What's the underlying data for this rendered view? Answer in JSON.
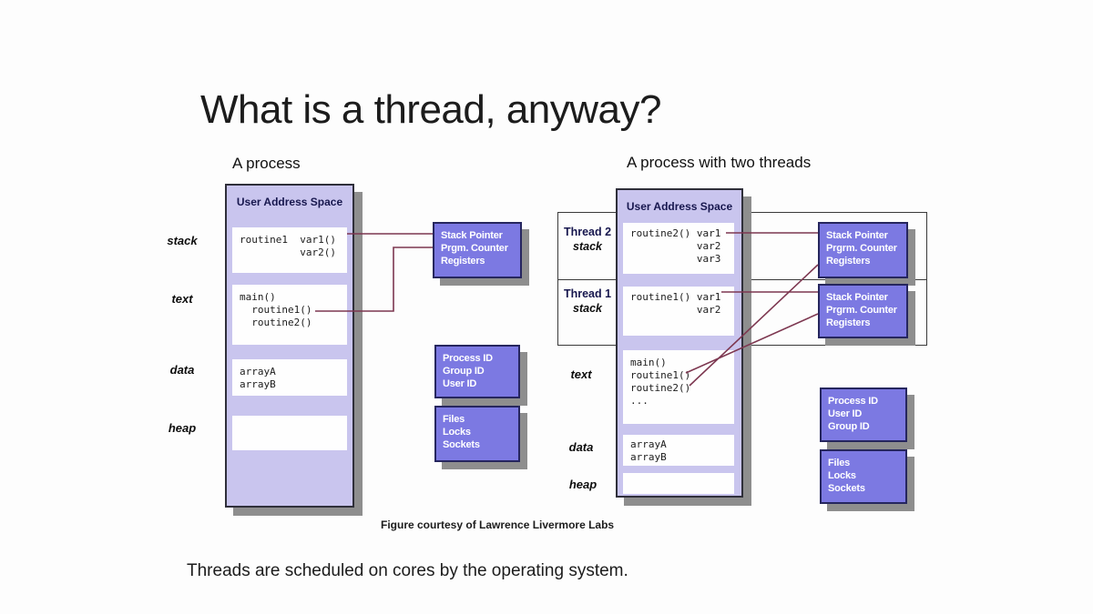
{
  "slide": {
    "title": "What is a thread, anyway?",
    "caption": "Figure courtesy of Lawrence Livermore Labs",
    "footer": "Threads are scheduled on cores by the operating system."
  },
  "colors": {
    "lavender": "#c9c5ee",
    "purple": "#7c79e2",
    "box_border": "#26265e",
    "shadow": "#8e8e8e",
    "connector_line": "#7d3750"
  },
  "process": {
    "heading": "A process",
    "address_space_title": "User Address Space",
    "labels": {
      "stack": "stack",
      "text": "text",
      "data": "data",
      "heap": "heap"
    },
    "stack_code": "routine1  var1()\n          var2()",
    "text_code": "main()\n  routine1()\n  routine2()",
    "data_code": "arrayA\narrayB",
    "registers_box": "Stack Pointer\nPrgm. Counter\nRegisters",
    "ids_box": "Process ID\nGroup ID\nUser ID",
    "resources_box": "Files\nLocks\nSockets"
  },
  "threaded_process": {
    "heading": "A process with two threads",
    "address_space_title": "User Address Space",
    "thread2": {
      "name": "Thread 2",
      "section": "stack"
    },
    "thread1": {
      "name": "Thread 1",
      "section": "stack"
    },
    "labels": {
      "text": "text",
      "data": "data",
      "heap": "heap"
    },
    "stack2_code": "routine2() var1\n           var2\n           var3",
    "stack1_code": "routine1() var1\n           var2",
    "text_code": "main()\nroutine1()\nroutine2()\n...",
    "data_code": "arrayA\narrayB",
    "registers_box_thread2": "Stack Pointer\nPrgrm. Counter\nRegisters",
    "registers_box_thread1": "Stack Pointer\nPrgrm. Counter\nRegisters",
    "ids_box": "Process ID\nUser ID\nGroup ID",
    "resources_box": "Files\nLocks\nSockets"
  }
}
